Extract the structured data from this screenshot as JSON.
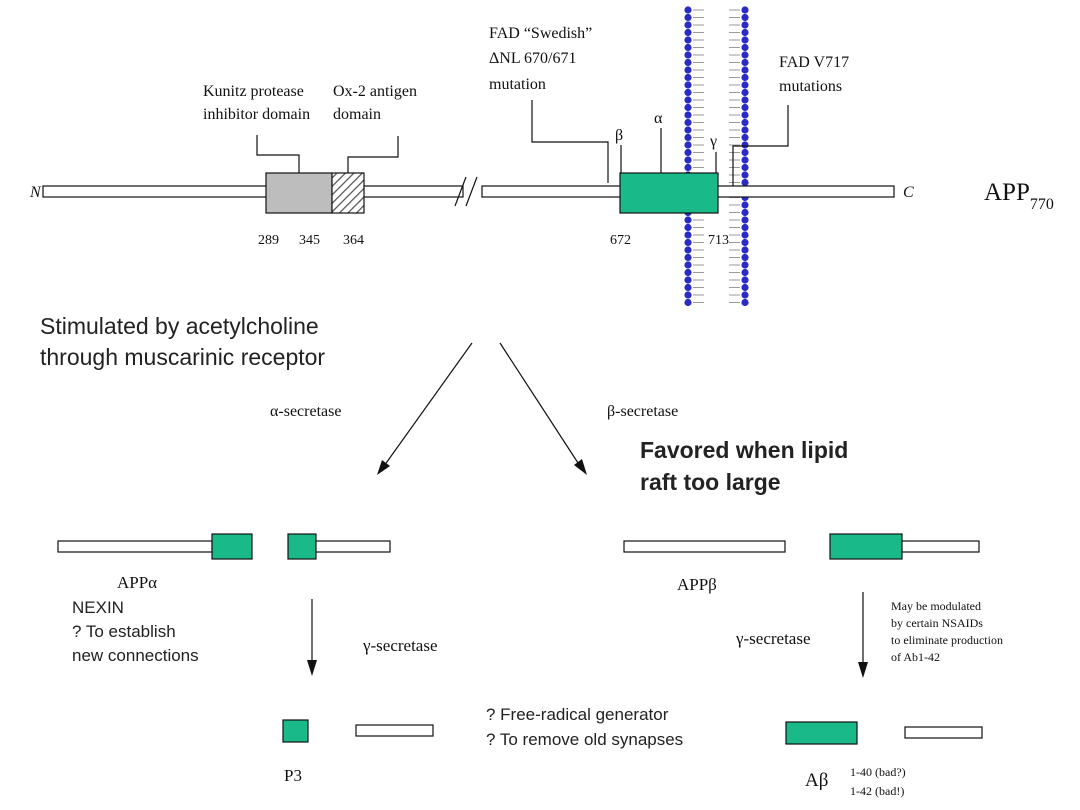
{
  "app": {
    "terminal_n": "N",
    "terminal_c": "C",
    "protein_name": "APP",
    "protein_subscript": "770"
  },
  "domains": {
    "kunitz_label_1": "Kunitz protease",
    "kunitz_label_2": "inhibitor domain",
    "ox2_label_1": "Ox-2 antigen",
    "ox2_label_2": "domain",
    "swedish_label_1": "FAD “Swedish”",
    "swedish_label_2": "ΔNL 670/671",
    "swedish_label_3": "mutation",
    "v717_label_1": "FAD V717",
    "v717_label_2": "mutations",
    "site_beta": "β",
    "site_alpha": "α",
    "site_gamma": "γ"
  },
  "positions": {
    "p289": "289",
    "p345": "345",
    "p364": "364",
    "p672": "672",
    "p713": "713"
  },
  "pathway": {
    "stimulus_1": "Stimulated by acetylcholine",
    "stimulus_2": "through muscarinic receptor",
    "alpha_secretase": "α-secretase",
    "beta_secretase": "β-secretase",
    "favored_1": "Favored when lipid",
    "favored_2": "raft too large"
  },
  "products": {
    "app_alpha": "APPα",
    "nexin_1": "NEXIN",
    "nexin_2": "? To establish",
    "nexin_3": "new connections",
    "gamma_left": "γ-secretase",
    "p3": "P3",
    "app_beta": "APPβ",
    "gamma_right": "γ-secretase",
    "nsaid_1": "May be modulated",
    "nsaid_2": "by certain NSAIDs",
    "nsaid_3": "to eliminate production",
    "nsaid_4": "of Ab1-42",
    "free_radical_1": "? Free-radical generator",
    "free_radical_2": "? To remove old synapses",
    "abeta": "Aβ",
    "abeta_40": "1-40 (bad?)",
    "abeta_42": "1-42 (bad!)"
  },
  "colors": {
    "abeta_domain": "#1ab98a",
    "kunitz_domain": "#bdbdbd",
    "membrane_head": "#2a2ac8",
    "favored_text": "#3a6fd1"
  }
}
